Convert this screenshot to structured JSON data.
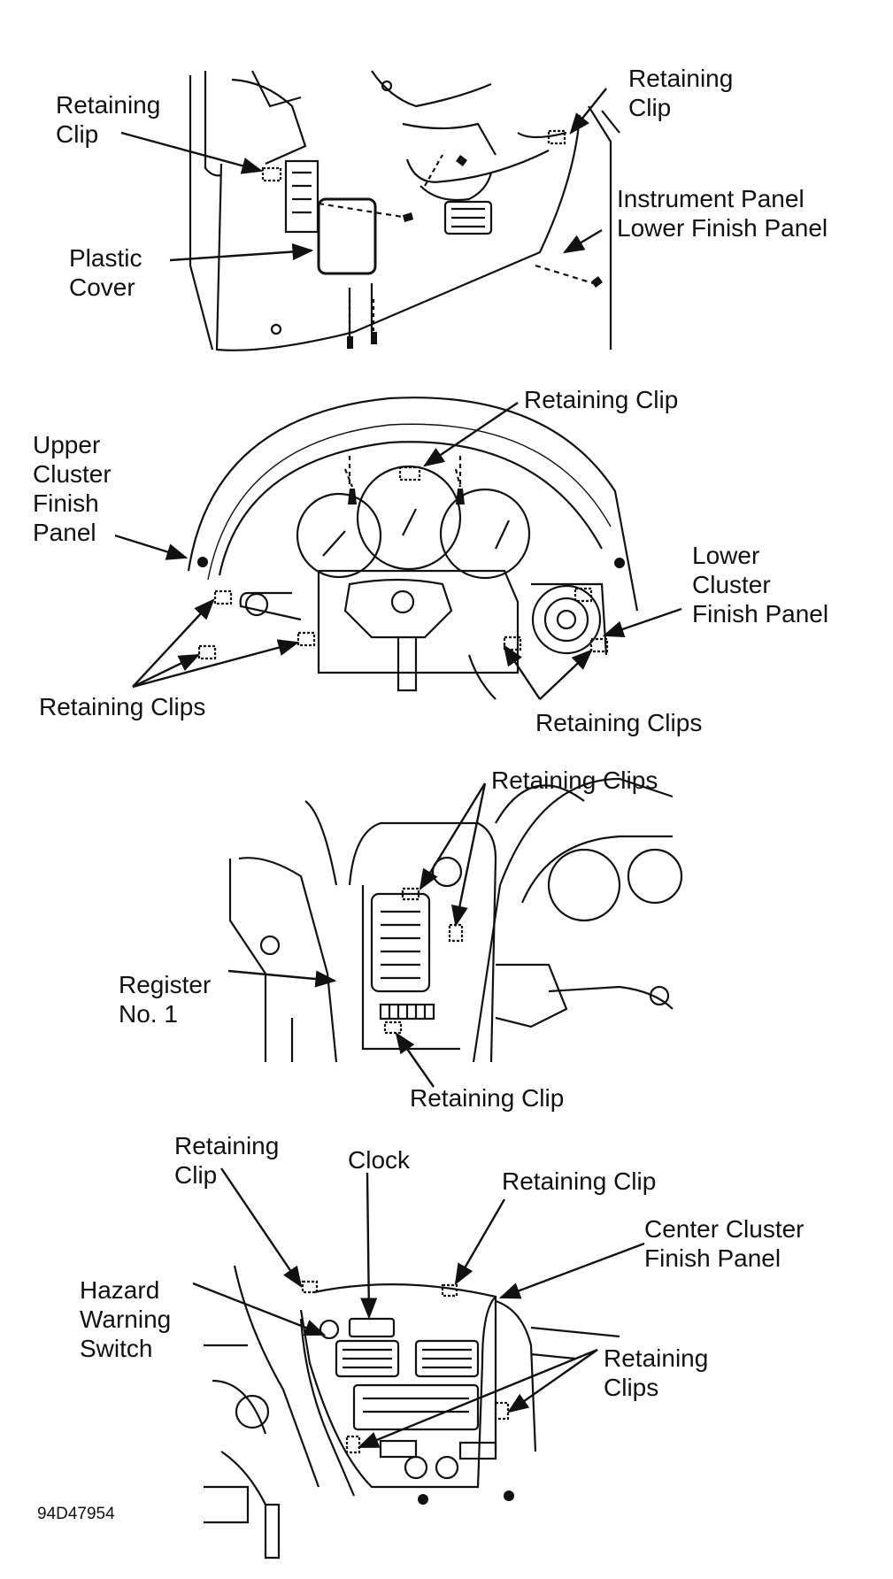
{
  "panel1": {
    "retaining_clip_left": "Retaining\nClip",
    "retaining_clip_right": "Retaining\nClip",
    "instrument_panel_lower": "Instrument Panel\nLower Finish Panel",
    "plastic_cover": "Plastic\nCover"
  },
  "panel2": {
    "retaining_clip_top": "Retaining Clip",
    "upper_cluster": "Upper\nCluster\nFinish\nPanel",
    "lower_cluster": "Lower\nCluster\nFinish Panel",
    "retaining_clips_left": "Retaining Clips",
    "retaining_clips_right": "Retaining Clips"
  },
  "panel3": {
    "retaining_clips_top": "Retaining Clips",
    "register_no1": "Register\nNo. 1",
    "retaining_clip_bottom": "Retaining Clip"
  },
  "panel4": {
    "retaining_clip_left": "Retaining\nClip",
    "clock": "Clock",
    "retaining_clip_right": "Retaining Clip",
    "center_cluster": "Center Cluster\nFinish Panel",
    "hazard_switch": "Hazard\nWarning\nSwitch",
    "retaining_clips": "Retaining\nClips"
  },
  "figure_code": "94D47954"
}
